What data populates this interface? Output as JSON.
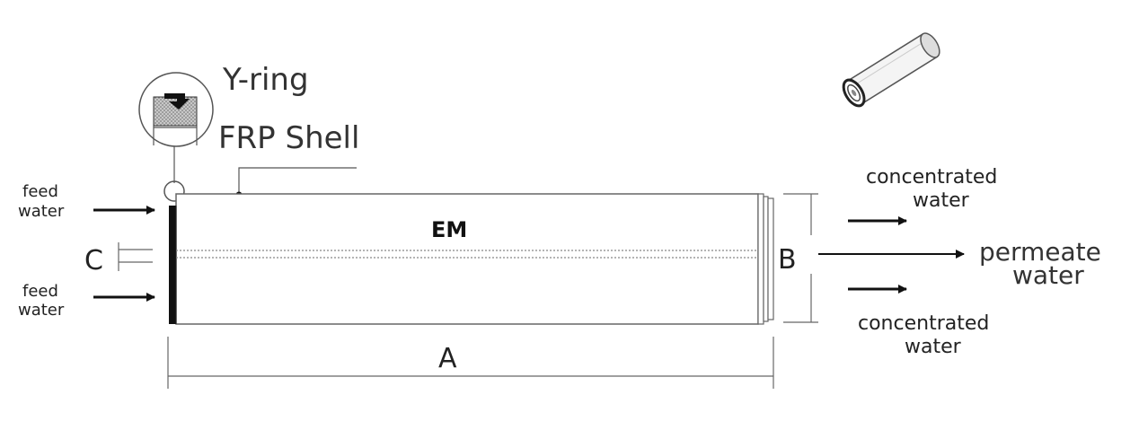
{
  "labels": {
    "y_ring": "Y-ring",
    "frp_shell": "FRP Shell",
    "em": "EM",
    "dim_a": "A",
    "dim_b": "B",
    "dim_c": "C",
    "feed_top_1": "feed",
    "feed_top_2": "water",
    "feed_bottom_1": "feed",
    "feed_bottom_2": "water",
    "conc_top_1": "concentrated",
    "conc_top_2": "water",
    "conc_bottom_1": "concentrated",
    "conc_bottom_2": "water",
    "permeate_1": "permeate",
    "permeate_2": "water"
  },
  "colors": {
    "line": "#444444",
    "arrow": "#111111",
    "end_cap": "#111111",
    "seal_fill": "#9a9a9a"
  }
}
